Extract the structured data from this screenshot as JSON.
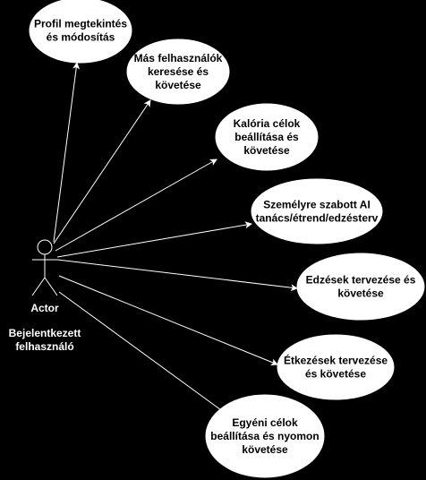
{
  "actor": {
    "label": "Actor",
    "description_lines": [
      "Bejelentkezett",
      "felhasználó"
    ]
  },
  "use_cases": [
    {
      "id": "profile",
      "lines": [
        "Profil megtekintés",
        "és módosítás"
      ]
    },
    {
      "id": "search-users",
      "lines": [
        "Más felhasználók",
        "keresése és",
        "követése"
      ]
    },
    {
      "id": "calorie-goals",
      "lines": [
        "Kalória célok",
        "beállítása és",
        "követése"
      ]
    },
    {
      "id": "ai-advice",
      "lines": [
        "Személyre szabott AI",
        "tanács/étrend/edzésterv"
      ]
    },
    {
      "id": "workout-planning",
      "lines": [
        "Edzések tervezése és",
        "követése"
      ]
    },
    {
      "id": "meal-planning",
      "lines": [
        "Étkezések tervezése",
        "és követése"
      ]
    },
    {
      "id": "personal-goals",
      "lines": [
        "Egyéni célok",
        "beállítása és nyomon",
        "követése"
      ]
    }
  ],
  "colors": {
    "background": "#000000",
    "stroke": "#ffffff",
    "ellipse_fill": "#ffffff",
    "ellipse_text": "#000000",
    "actor_text": "#ffffff"
  }
}
